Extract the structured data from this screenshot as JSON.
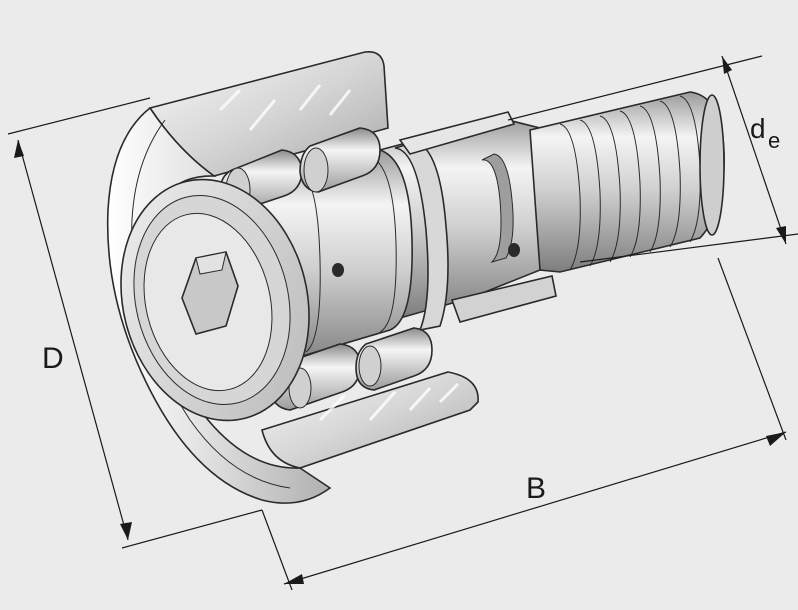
{
  "dimensions": {
    "outer_diameter": "D",
    "width": "B",
    "stud_diameter_main": "d",
    "stud_diameter_sub": "e"
  },
  "colors": {
    "background": "#ebebec",
    "line": "#1a1a1a",
    "metal_light": "#f2f2f2",
    "metal_mid": "#c4c4c4",
    "metal_dark": "#8c8c8c"
  }
}
